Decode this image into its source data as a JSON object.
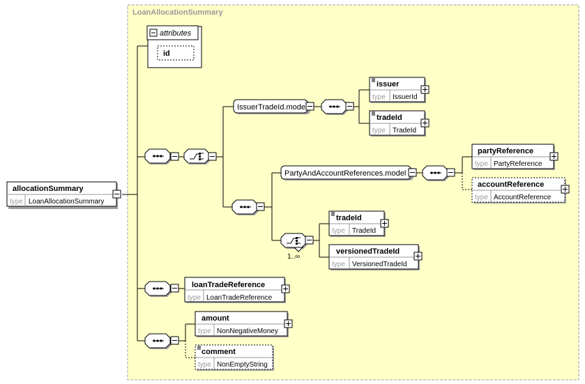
{
  "diagram": {
    "group_title": "LoanAllocationSummary",
    "type_keyword": "type",
    "root": {
      "name": "allocationSummary",
      "type": "LoanAllocationSummary"
    },
    "attributes": {
      "label": "attributes",
      "attr": "id"
    },
    "groups": {
      "issuer_trade_id": "IssuerTradeId.model",
      "party_and_account": "PartyAndAccountReferences.model"
    },
    "cardinality": "1..∞",
    "elements": {
      "issuer": {
        "name": "issuer",
        "type": "IssuerId"
      },
      "trade_id_a": {
        "name": "tradeId",
        "type": "TradeId"
      },
      "party_reference": {
        "name": "partyReference",
        "type": "PartyReference"
      },
      "account_reference": {
        "name": "accountReference",
        "type": "AccountReference"
      },
      "trade_id_b": {
        "name": "tradeId",
        "type": "TradeId"
      },
      "versioned_trade_id": {
        "name": "versionedTradeId",
        "type": "VersionedTradeId"
      },
      "loan_trade_reference": {
        "name": "loanTradeReference",
        "type": "LoanTradeReference"
      },
      "amount": {
        "name": "amount",
        "type": "NonNegativeMoney"
      },
      "comment": {
        "name": "comment",
        "type": "NonEmptyString"
      }
    },
    "colors": {
      "group_fill": "#ffffc8",
      "group_border": "#a0a0a0",
      "group_title": "#999999"
    }
  }
}
